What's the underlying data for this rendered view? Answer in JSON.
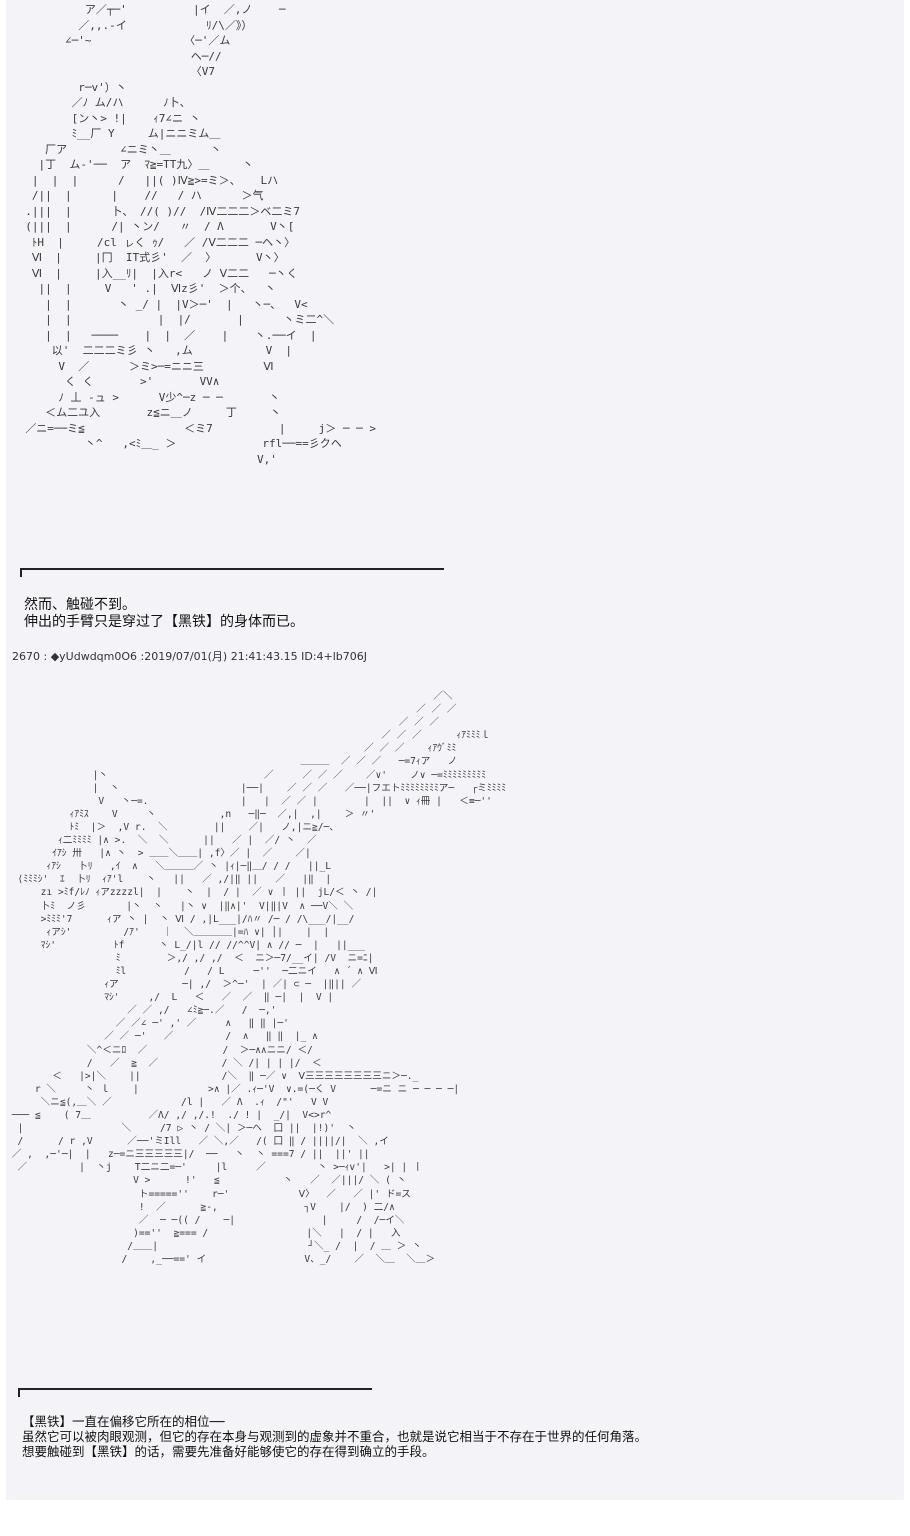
{
  "art": {
    "top": "           ア／┬─'          |イ  ／,ノ    ─\n          ／,,.-イ            ﾘ/\\／》）\n        ∠─'~              〈─'／ム\n                           ヘ─//\n                           〈V7\n          r─v'）丶\n         ／ﾉ ム/ハ      ﾉ卜、\n         [ン丶> !|    ｨ7∠ニ 丶\n         ﾐ__厂 Y     ム|ニニミム＿\n     厂ア        ∠ニミ丶＿      丶\n    |丁  ム-'──  ア  ﾏ≧=TT九〉＿     丶\n   |  |  |      /   ||( )Ⅳ≧>=ミ＞、   Lハ\n   /||  |      |    //   / ハ      ＞气\n  .|||  |      卜、 //( )//  /Ⅳ二二二＞ベ二ミ7\n  (|||  |      /| 丶ン/   〃  / Λ       V丶[\n   ﾄH  |     /cl ㇾく ｩ/   ／ /Ⅴ二二二 ─ヘ丶〉\n   Ⅵ  |     |冂  IT式彡'  ／  〉      V丶〉\n   Ⅵ  |     |入__ﾘ|  |入r<   ノ Ⅴ二二   ─丶く\n    ||  |     V   ' .|  Ⅵz彡'  ＞个、  丶\n     |  |       丶 _/ |  |V＞─'  |   丶─、  V<\n     |  |             |  |/       |      丶ミ二^＼\n     |  |   ────    |  |  ／    |    丶.──イ  |\n      以'  二二二ミ彡 丶   ,ム           V  |\n       V  ／      ＞ミ>─=ニニ三         Ⅵ\n        く く       >'       VV∧\n       ﾉ 丄 -ュ >      V少^─z ─ ─       丶\n     ＜ム二ユ入       z≦ニ＿ノ     丁     丶\n  ／ニ=──ミ≦               ＜ミ7          |     j＞ ─ ─ >\n           丶^   ,<ﾐ＿_ ＞             rfl──==彡クヘ\n                                     V,'",
    "bottom": "                                                                          ／＼\n                                                                       ／ ／ ／\n                                                                    ／ ／ ／\n                                                                 ／ ／ ／      ｨｱﾐﾐﾐｌ\n                                                              ／ ／ ／    ｨｱｳﾞﾐﾐ\n                                                   ＿＿＿  ／ ／ ／   ─=7ｨア   ノ\n               |丶                           ／     ／ ／ ／    ／∨'    ノ∨ ─=ﾐﾐﾐﾐﾐﾐﾐﾐﾐ\n               |  丶                     |──|    ／ ／ ／   ／──|フエトﾐﾐﾐﾐﾐﾐﾐﾐア─   ┌ミﾐﾐﾐﾐ\n                V   丶─=.                |   |  ／ ／ |        |  ||  ∨ ｨ冊 |   ＜≡─''\n           ｨｱﾐｽ    V     丶           ,n   ─‖─  ／,|  ,|    ＞ 〃'\n           ﾄﾐ  |＞  ,V r.  ＼        ||    ／|   ノ,|ニ≧/─、\n         ｨ二ﾐﾐﾐﾐ |∧ >.  ＼  ＼      ||   ／ |  ／/ 丶  ／\n        ｲｱｼ 卅   |∧ 丶  > ＿＿＼＿＿| ,f〉／ |  ／    ／|\n       ｨｱｼ   卜ﾘ   ,ｲ  ∧   ＼＿＿＿／ 丶 |ｨ|─‖＿/ / /   ||_L\n  ⟨ﾐﾐﾐｼ'  ｴ  卜ﾘ  ｨｱ'l    丶   ||   ／ ,/|‖ ||   ／   |‖  |\n      zı >ﾐf/ﾚﾉ ｨアzzzzl|  |    丶  |  / |  ／ ∨ 丨 ||  jL/＜ 丶 /|\n      卜ﾐ  ノ彡       |丶  丶   |丶 ∨  |‖∧|'  V|‖|V  ∧ ──V＼ ＼\n      >ﾐﾐﾐ'7      ｨア 丶 |  丶 Ⅵ / ,|L___|/ﾊ〃 /─ / /\\___/|__/\n       ｨアｼ'         /ｱ'    ｜  ＼＿＿＿＿|=ﾊ ∨| │|    |  |\n      ﾏｼ'          ﾄf      丶 L_/|l // //^^V| ∧ // ─  |   ||___\n                   ﾐ        ＞,/ ,/ ,/  ＜  ニ＞─7/__イ| /V  ニ=ﾆ|\n                   ﾐl          /   / L     ─''  ─二ニイ   ∧ ´ ∧ Ⅵ\n                 ｨア           ─| ,/  ＞^─'  | ／| ⊂ ─  |‖|| ／\n                 ﾏｼ'     ,/  L   ＜   ／  ／  ‖ ─|  |  V |\n                     ／ ／ ,/   ∠ﾐ≧─.／   /  ─,'\n                   ／ ／∠ ─' ,' ／     ∧   ‖ ‖ |─'\n                 ／ ／ ─'   ／         /  ∧   ‖ ‖  |_ ∧\n              ＼^＜ニﾛ  ／             /  ＞─∧∧ニニ/ ＜/\n              /   ／  ≧  ／           / ＼ /| | | |/  ＜ \n        ＜   |>|＼    ||              /＼  ‖ ─／ ∨  Ⅴ三三三三三三三三ニ＞─._\n     r ＼     丶 ｌ    |            >∧ |／ .ｨ─'V  ∨.=(─く V      ─=ニ ニ ─ ─ ─ ─|\n      ＼ニ≦(,＿＼ ／            /l |   ／ Λ  .ｨ  /\"'   V V\n ─── ≦    ( 7＿          ／Λ/ ,/ ,/.!  ./ ! |  _/|  V<>r^\n  |                 ＼     /7 ▷ 丶 / ＼| ＞─ヘ  囗 ||  |!)'  丶\n  /      / r ,V      ／──'ミIll   ／ ＼,／   /( 囗 ‖ / ||||/|  ＼ ,イ\n ／ ,  ,─'─|  |   z─=ニ三三三三三|/  ──   丶  丶 ===7 / ||  ||' ||\n  ／         |  丶j    T二ニ二=─'     |l     ／         丶 >─ｨv'|   >| | 丨\n                      V >      !'   ≦           丶   ／  ／|||/ ＼ ( 丶\n                       ト=====''    r─'            Ⅴ〉  ／   ／ |' ド=ス\n                       !  ／      ≧-,               ┐V    |/  ) 二/∧\n                       ／  ─ ─(( /    ─|               |     /  /─イ＼\n                      )==''  ≧=== /                 |＼   |  / |   入\n                     /＿＿|                          ┘＼_ /  |  / ＿ ＞ 丶\n                    /    ,_──==' イ                 V、_/    ／  ＼＿  ＼＿＞"
  },
  "narration_1": [
    "然而、触碰不到。",
    "伸出的手臂只是穿过了【黑铁】的身体而已。"
  ],
  "post_header": "2670 : ◆yUdwdqm0O6 :2019/07/01(月) 21:41:43.15 ID:4+lb706J",
  "narration_2": [
    "【黑铁】一直在偏移它所在的相位──",
    "虽然它可以被肉眼观测，但它的存在本身与观测到的虚象并不重合，也就是说它相当于不存在于世界的任何角落。",
    "想要触碰到【黑铁】的话，需要先准备好能够使它的存在得到确立的手段。"
  ]
}
